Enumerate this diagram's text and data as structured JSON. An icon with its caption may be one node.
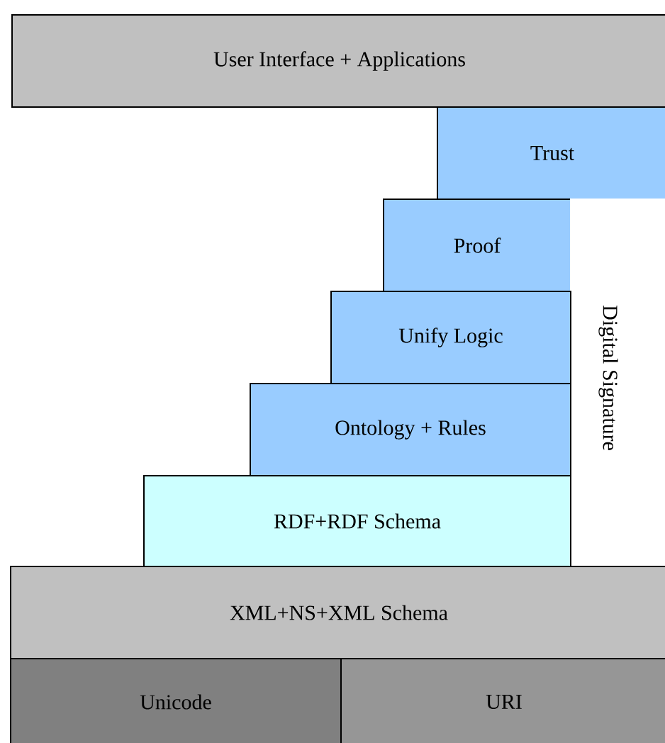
{
  "diagram": {
    "nodes": [
      {
        "text": [
          "User Interface + Applications"
        ]
      },
      {
        "text": [
          "Trust"
        ]
      },
      {
        "text": [
          "Proof"
        ]
      },
      {
        "text": [
          "Digital Signature"
        ]
      },
      {
        "text": [
          "Unify Logic"
        ]
      },
      {
        "text": [
          "Ontology + Rules"
        ]
      },
      {
        "text": [
          "RDF+RDF Schema"
        ]
      },
      {
        "text": [
          "XML+NS+XML Schema"
        ]
      },
      {
        "text": [
          "Unicode"
        ]
      },
      {
        "text": [
          "URI"
        ]
      }
    ]
  }
}
